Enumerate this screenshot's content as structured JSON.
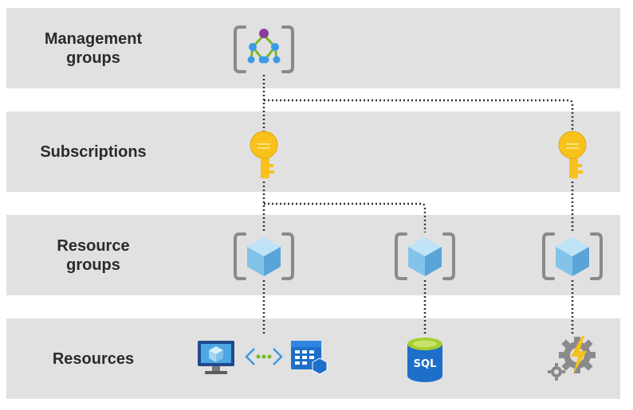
{
  "layers": [
    {
      "id": "management-groups",
      "label": "Management\ngroups"
    },
    {
      "id": "subscriptions",
      "label": "Subscriptions"
    },
    {
      "id": "resource-groups",
      "label": "Resource\ngroups"
    },
    {
      "id": "resources",
      "label": "Resources"
    }
  ],
  "icons": {
    "management_group": "management-group-hierarchy-icon",
    "subscription": "subscription-key-icon",
    "resource_group": "resource-group-cube-icon",
    "virtual_machine": "virtual-machine-monitor-icon",
    "virtual_network": "virtual-network-icon",
    "app_service_plan": "app-service-plan-icon",
    "sql_database": "sql-database-icon",
    "function_app": "function-app-gears-icon"
  },
  "sql_label": "SQL",
  "colors": {
    "band": "#e1e1e1",
    "label_text": "#2b2b2b",
    "connector": "#333333",
    "bracket": "#8a8a8a",
    "hierarchy_top": "#8a3e9c",
    "hierarchy_nodes": "#3b9ae8",
    "hierarchy_links": "#76b82a",
    "key": "#f8c21b",
    "cube_light": "#bfe3f7",
    "cube_mid": "#83c3ea",
    "cube_dark": "#5aa5d8",
    "monitor": "#1f4a8b",
    "sql_top": "#a6cf2e",
    "sql_body": "#1e6fc9",
    "gear": "#8a8a8a",
    "bolt": "#f5c21b"
  }
}
